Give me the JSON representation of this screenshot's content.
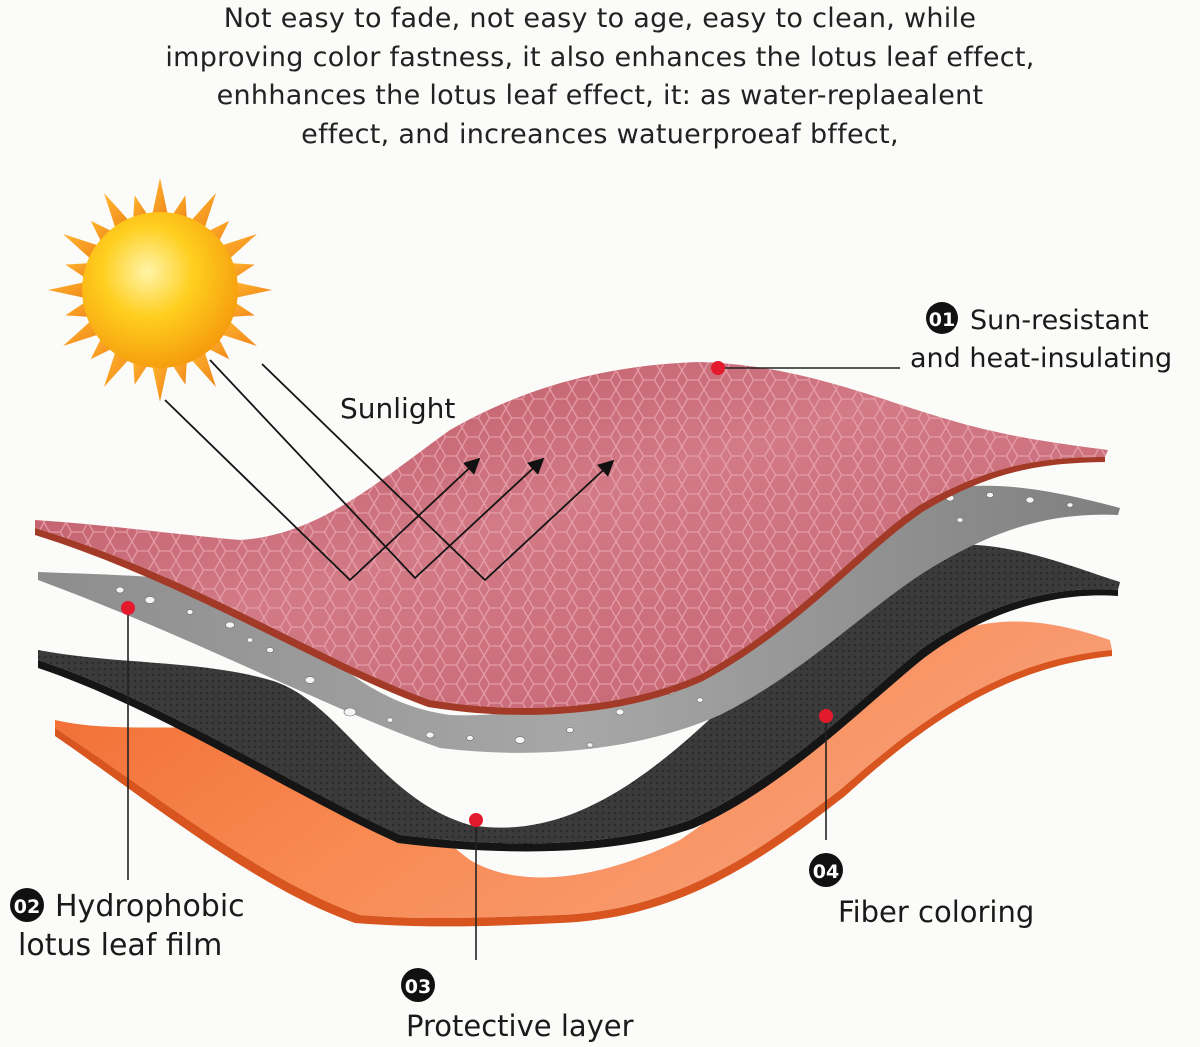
{
  "header": {
    "lines": [
      "Not easy to fade, not easy to age, easy to clean, while",
      "improving color fastness, it also enhances the lotus leaf effect,",
      "enhhances the lotus leaf effect, it: as  water-replaealent",
      "effect, and increances watuerproeaf bffect,"
    ]
  },
  "labels": {
    "sunlight": "Sunlight",
    "layer1": {
      "number": "01",
      "line1": "Sun-resistant",
      "line2": "and heat-insulating"
    },
    "layer2": {
      "number": "02",
      "line1": "Hydrophobic",
      "line2": "lotus leaf film"
    },
    "layer3": {
      "number": "03",
      "line1": "Protective layer"
    },
    "layer4": {
      "number": "04",
      "line1": "Fiber coloring"
    }
  },
  "colors": {
    "background": "#fbfbf9",
    "top_layer": "#c8606e",
    "hex_pattern": "#e69aa4",
    "water_layer": "#9a9a9a",
    "carbon_layer": "#3a3a3a",
    "orange_layer": "#f0783c",
    "marker_dot": "#e21a2b",
    "sun_core": "#ffc21a",
    "sun_rays": "#ffa21a",
    "badge": "#111111"
  },
  "icons": [
    "sun-icon",
    "arrow-icon",
    "marker-dot-icon",
    "number-badge-icon"
  ]
}
